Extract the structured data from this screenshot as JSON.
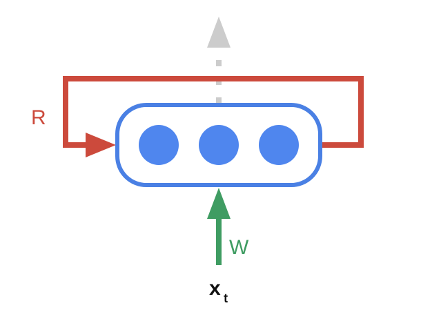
{
  "diagram": {
    "labels": {
      "recurrent_weight": "R",
      "input_weight": "W",
      "input_main": "x",
      "input_subscript": "t"
    },
    "hidden_units": [
      {
        "id": 1
      },
      {
        "id": 2
      },
      {
        "id": 3
      }
    ],
    "output_arrow_style": "faded-dotted",
    "colors": {
      "recurrent": "#cc4a3c",
      "cell": "#4a80e4",
      "unit": "#4f86ee",
      "input": "#3f9c62",
      "output": "#cccccc",
      "text": "#111111"
    }
  }
}
